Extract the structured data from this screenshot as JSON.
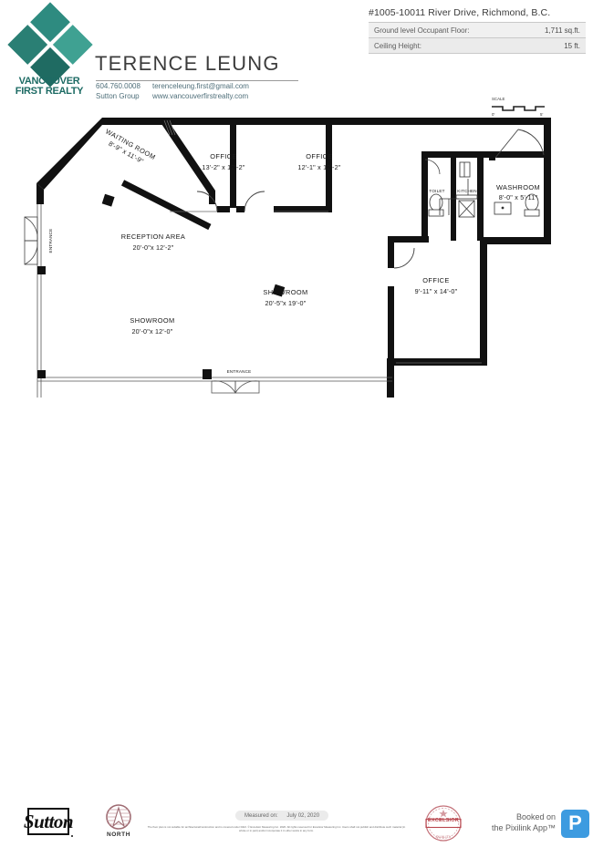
{
  "header": {
    "brand_line1": "VANCOUVER",
    "brand_line2": "FIRST REALTY",
    "agent_name": "TERENCE LEUNG",
    "phone": "604.760.0008",
    "email": "terenceleung.first@gmail.com",
    "group": "Sutton Group",
    "website": "www.vancouverfirstrealty.com"
  },
  "property": {
    "address": "#1005-10011 River Drive, Richmond, B.C.",
    "rows": [
      {
        "label": "Ground level Occupant Floor:",
        "value": "1,711 sq.ft."
      },
      {
        "label": "Ceiling Height:",
        "value": "15 ft."
      }
    ]
  },
  "plan": {
    "scale": {
      "title": "SCALE",
      "start": "0'",
      "end": "5'"
    },
    "rooms": [
      {
        "name": "WAITING ROOM",
        "dim": "8'-9\"  x  11'-9\""
      },
      {
        "name": "OFFICE",
        "dim": "13'-2\"  x  12'-2\""
      },
      {
        "name": "OFFICE",
        "dim": "12'-1\"  x  12'-2\""
      },
      {
        "name": "RECEPTION AREA",
        "dim": "20'-0\"x  12'-2\""
      },
      {
        "name": "SHOWROOM",
        "dim": "20'-0\"x  12'-0\""
      },
      {
        "name": "SHOWROOM",
        "dim": "20'-5\"x  19'-0\""
      },
      {
        "name": "WASHROOM",
        "dim": "8'-0\"  x  5'-11\""
      },
      {
        "name": "OFFICE",
        "dim": "9'-11\"  x  14'-0\""
      },
      {
        "name": "TOILET",
        "dim": ""
      },
      {
        "name": "KITCHEN",
        "dim": ""
      }
    ],
    "entrance_left": "ENTRANCE",
    "entrance_bottom": "ENTRANCE"
  },
  "footer": {
    "sutton_logo": "Sutton",
    "north_label": "NORTH",
    "measured_label": "Measured on:",
    "measured_date": "July 02, 2020",
    "disclaimer": "The floor plan is not suitable for architectural/construction and is covered under D&O. © Excelsior Measuring Inc. 2020. All rights reserved for Excelsior Measuring Inc. Users shall not publish and distribute such material (in whole or in part) and/or incorporate it in other works in any form.",
    "excelsior_label": "EXCELSIOR",
    "booked_line1": "Booked on",
    "booked_line2": "the Pixilink App™",
    "pixilink_initial": "P"
  },
  "colors": {
    "brand_teal": "#2e8b80",
    "pixilink_blue": "#3d9be0",
    "excelsior_red": "#b8464e",
    "wall_black": "#111111"
  }
}
